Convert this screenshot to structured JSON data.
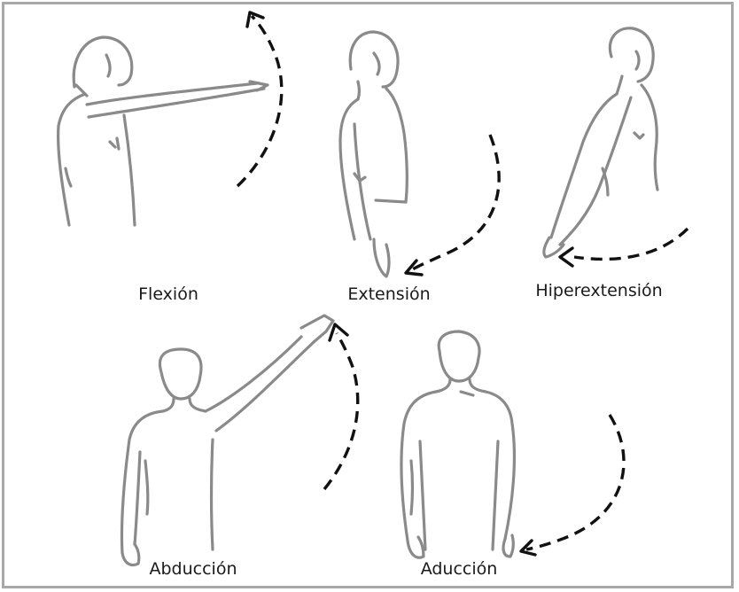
{
  "labels": {
    "flexion": "Flexión",
    "extension": "Extensión",
    "hyperextension": "Hiperextensión",
    "abduction": "Abducción",
    "adduction": "Aducción"
  },
  "colors": {
    "border": "#a8a8a8",
    "figure_stroke": "#8a8a8a",
    "arrow": "#111111",
    "text": "#1a1a1a"
  }
}
